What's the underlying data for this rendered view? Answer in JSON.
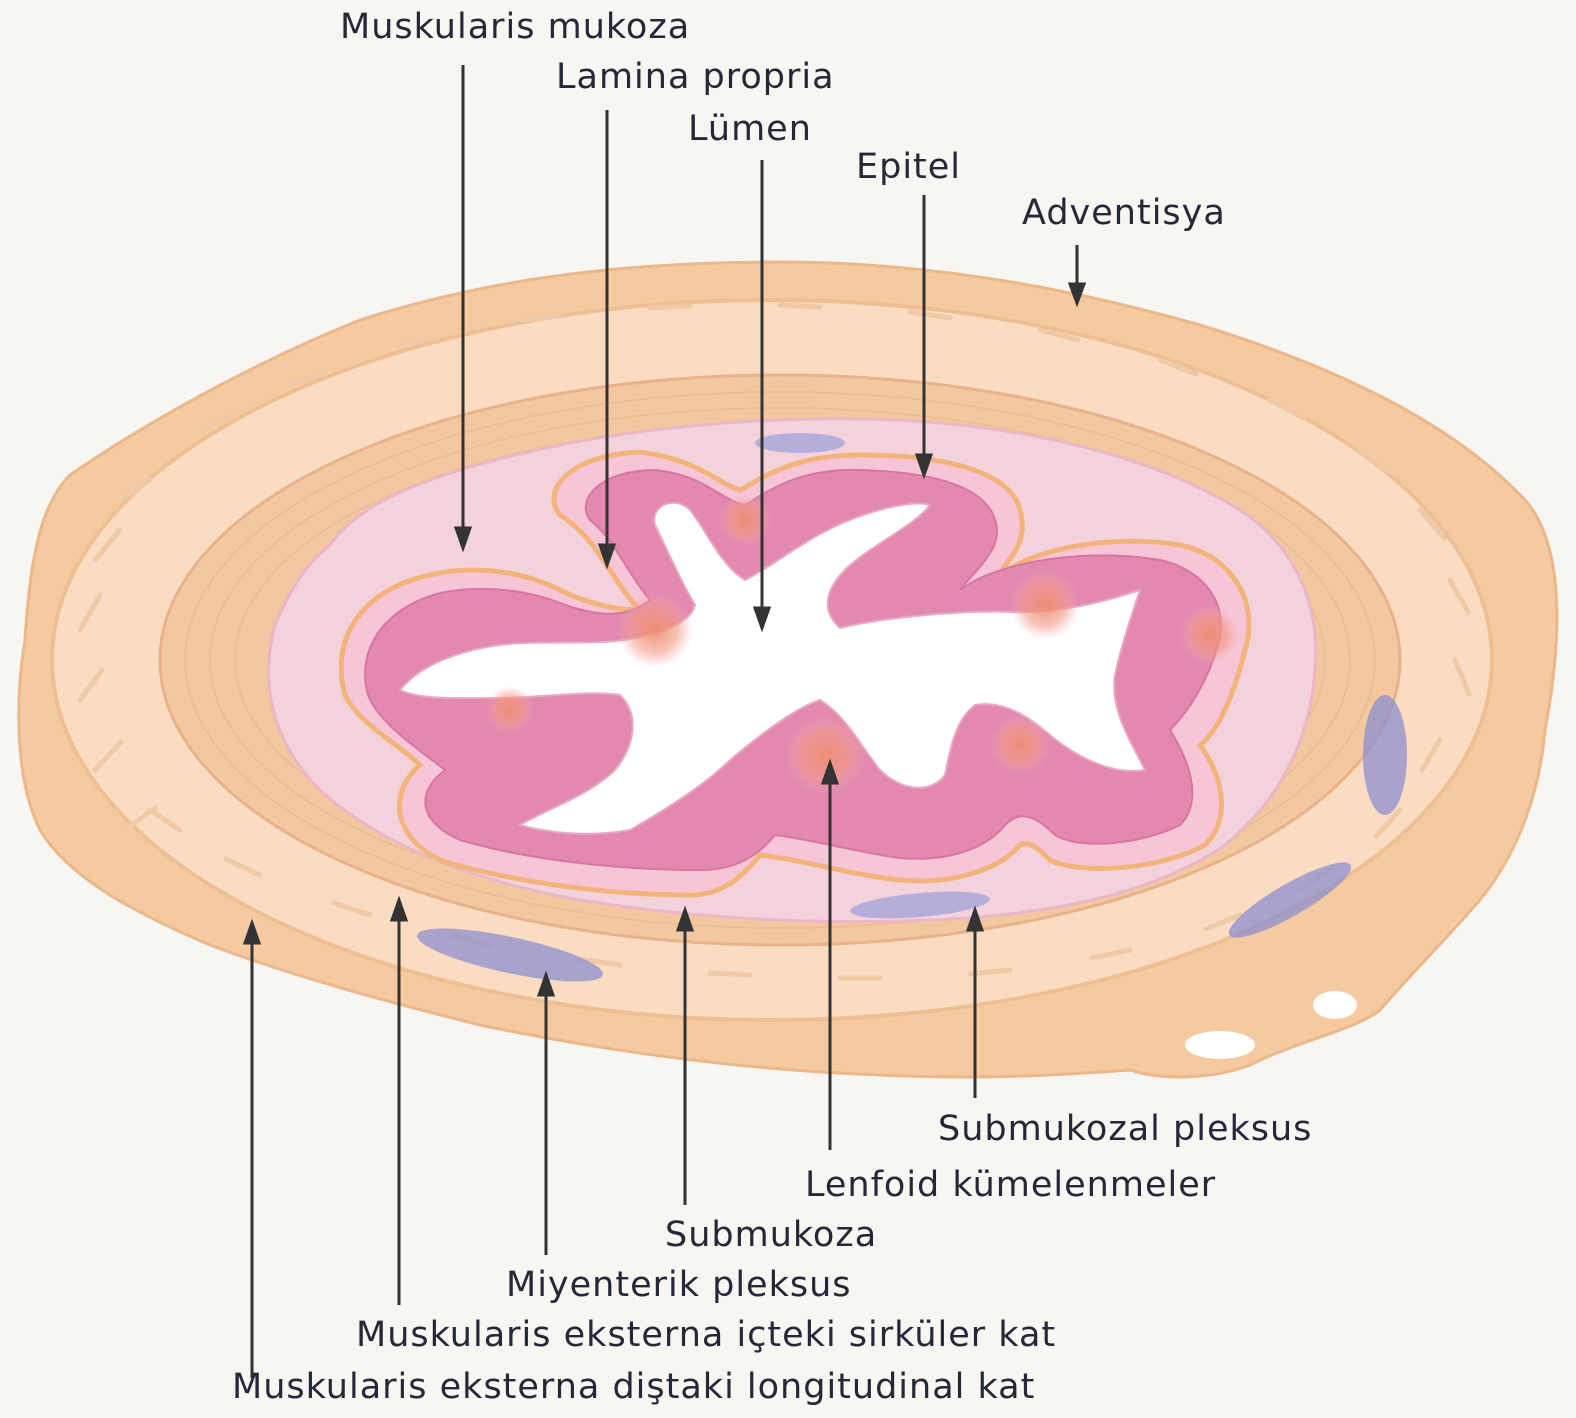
{
  "diagram": {
    "labels": {
      "muskularis_mukoza": "Muskularis mukoza",
      "lamina_propria": "Lamina propria",
      "lumen": "Lümen",
      "epitel": "Epitel",
      "adventisya": "Adventisya",
      "submukozal_pleksus": "Submukozal pleksus",
      "lenfoid_kumelenmeler": "Lenfoid kümelenmeler",
      "submukoza": "Submukoza",
      "miyenterik_pleksus": "Miyenterik pleksus",
      "sirkuler_kat": "Muskularis eksterna içteki sirküler kat",
      "longitudinal_kat": "Muskularis eksterna diştaki longitudinal kat"
    },
    "colors": {
      "background": "#f7f6f3",
      "adventitia": "#f6caa0",
      "longitudinal_layer": "#f9dcc1",
      "circular_layer": "#f3c8a0",
      "submucosa": "#f4d2dc",
      "muscularis_mucosa_line": "#f2b47a",
      "lamina_propria": "#f6c6d8",
      "epithelium": "#e389b0",
      "lumen": "#ffffff",
      "lymphoid": "#ef8d72",
      "plexus": "#8d8fcf",
      "leader_line": "#333333",
      "label_text": "#262838"
    }
  }
}
